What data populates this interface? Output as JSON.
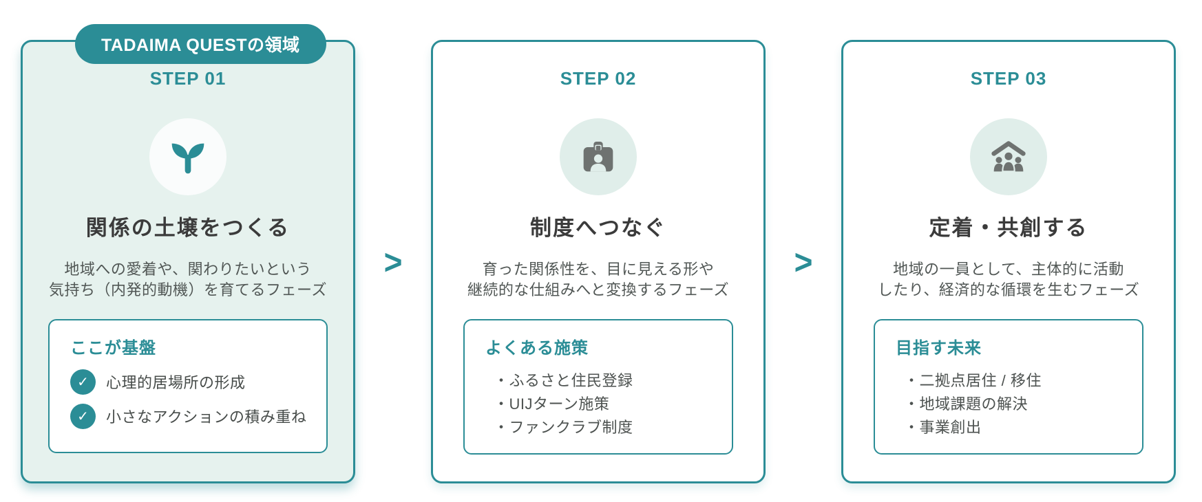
{
  "badge": {
    "label": "TADAIMA QUESTの領域"
  },
  "arrow": {
    "glyph": ">"
  },
  "steps": [
    {
      "step_label": "STEP 01",
      "icon": "seedling-icon",
      "title": "関係の土壌をつくる",
      "description_lines": [
        "地域への愛着や、関わりたいという",
        "気持ち（内発的動機）を育てるフェーズ"
      ],
      "box": {
        "heading": "ここが基盤",
        "style": "checklist",
        "items": [
          "心理的居場所の形成",
          "小さなアクションの積み重ね"
        ]
      },
      "highlighted": true
    },
    {
      "step_label": "STEP 02",
      "icon": "id-card-icon",
      "title": "制度へつなぐ",
      "description_lines": [
        "育った関係性を、目に見える形や",
        "継続的な仕組みへと変換するフェーズ"
      ],
      "box": {
        "heading": "よくある施策",
        "style": "bullet-list",
        "items": [
          "・ふるさと住民登録",
          "・UIJターン施策",
          "・ファンクラブ制度"
        ]
      },
      "highlighted": false
    },
    {
      "step_label": "STEP 03",
      "icon": "family-home-icon",
      "title": "定着・共創する",
      "description_lines": [
        "地域の一員として、主体的に活動",
        "したり、経済的な循環を生むフェーズ"
      ],
      "box": {
        "heading": "目指す未来",
        "style": "bullet-list",
        "items": [
          "・二拠点居住 / 移住",
          "・地域課題の解決",
          "・事業創出"
        ]
      },
      "highlighted": false
    }
  ],
  "colors": {
    "teal": "#2b8d96",
    "mint_bg": "#e6f2ee",
    "mint_circle": "#e0eeea",
    "icon_gray": "#6e7270",
    "title_text": "#3b3b3b",
    "body_text": "#515755"
  }
}
